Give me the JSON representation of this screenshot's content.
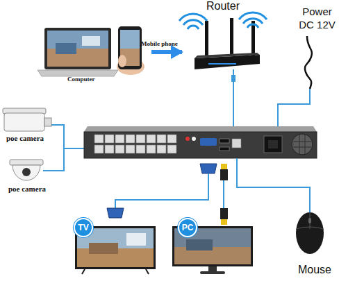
{
  "diagram": {
    "nodes": [
      {
        "text": [
          "Router"
        ]
      },
      {
        "text": [
          "Power DC 12V"
        ]
      },
      {
        "text": [
          "Mobile phone",
          "Computer"
        ]
      },
      {
        "text": [
          "poe camera"
        ]
      },
      {
        "text": [
          "poe camera"
        ]
      },
      {
        "text": [
          "TV"
        ]
      },
      {
        "text": [
          "PC"
        ]
      },
      {
        "text": [
          "Mouse"
        ]
      }
    ],
    "edges": [
      {
        "from": 2,
        "to": 0,
        "arrow": "to"
      }
    ]
  }
}
